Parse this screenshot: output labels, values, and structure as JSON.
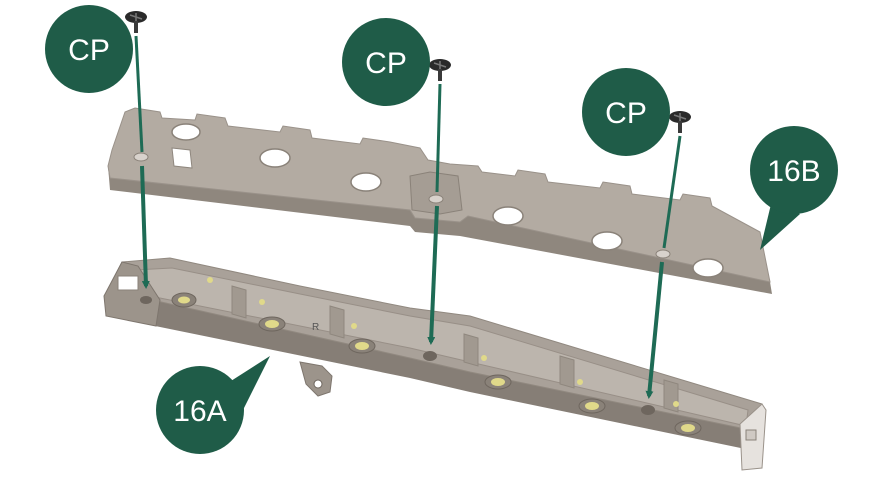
{
  "callouts": {
    "screw_1": "CP",
    "screw_2": "CP",
    "screw_3": "CP",
    "top_plate": "16B",
    "bottom_rail": "16A"
  },
  "part_marking": "R",
  "colors": {
    "callout_fill": "#1f5c48",
    "arrow": "#1e6b55",
    "plate": "#b3aba2",
    "plate_dark": "#8f877e",
    "rail": "#a9a199",
    "rail_dark": "#867e76",
    "hole_accent": "#e0d98a"
  }
}
